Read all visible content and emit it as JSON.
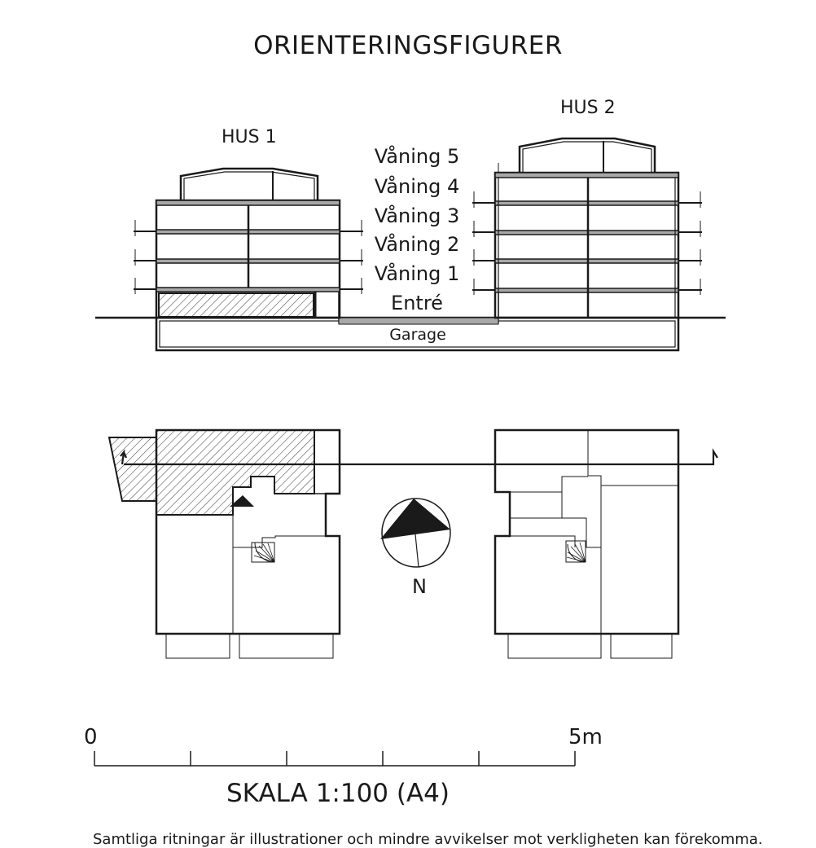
{
  "title": "ORIENTERINGSFIGURER",
  "section": {
    "hus1": "HUS 1",
    "hus2": "HUS 2",
    "floors": [
      "Våning 5",
      "Våning 4",
      "Våning 3",
      "Våning 2",
      "Våning 1",
      "Entré"
    ],
    "garage": "Garage"
  },
  "plan": {
    "north": "N"
  },
  "scale": {
    "start": "0",
    "end": "5m",
    "title": "SKALA 1:100 (A4)"
  },
  "disclaimer": "Samtliga ritningar är illustrationer och mindre avvikelser mot verkligheten kan förekomma.",
  "colors": {
    "line": "#1a1a1a",
    "slab_fill": "#a8a8a8",
    "hatch": "#555555"
  }
}
